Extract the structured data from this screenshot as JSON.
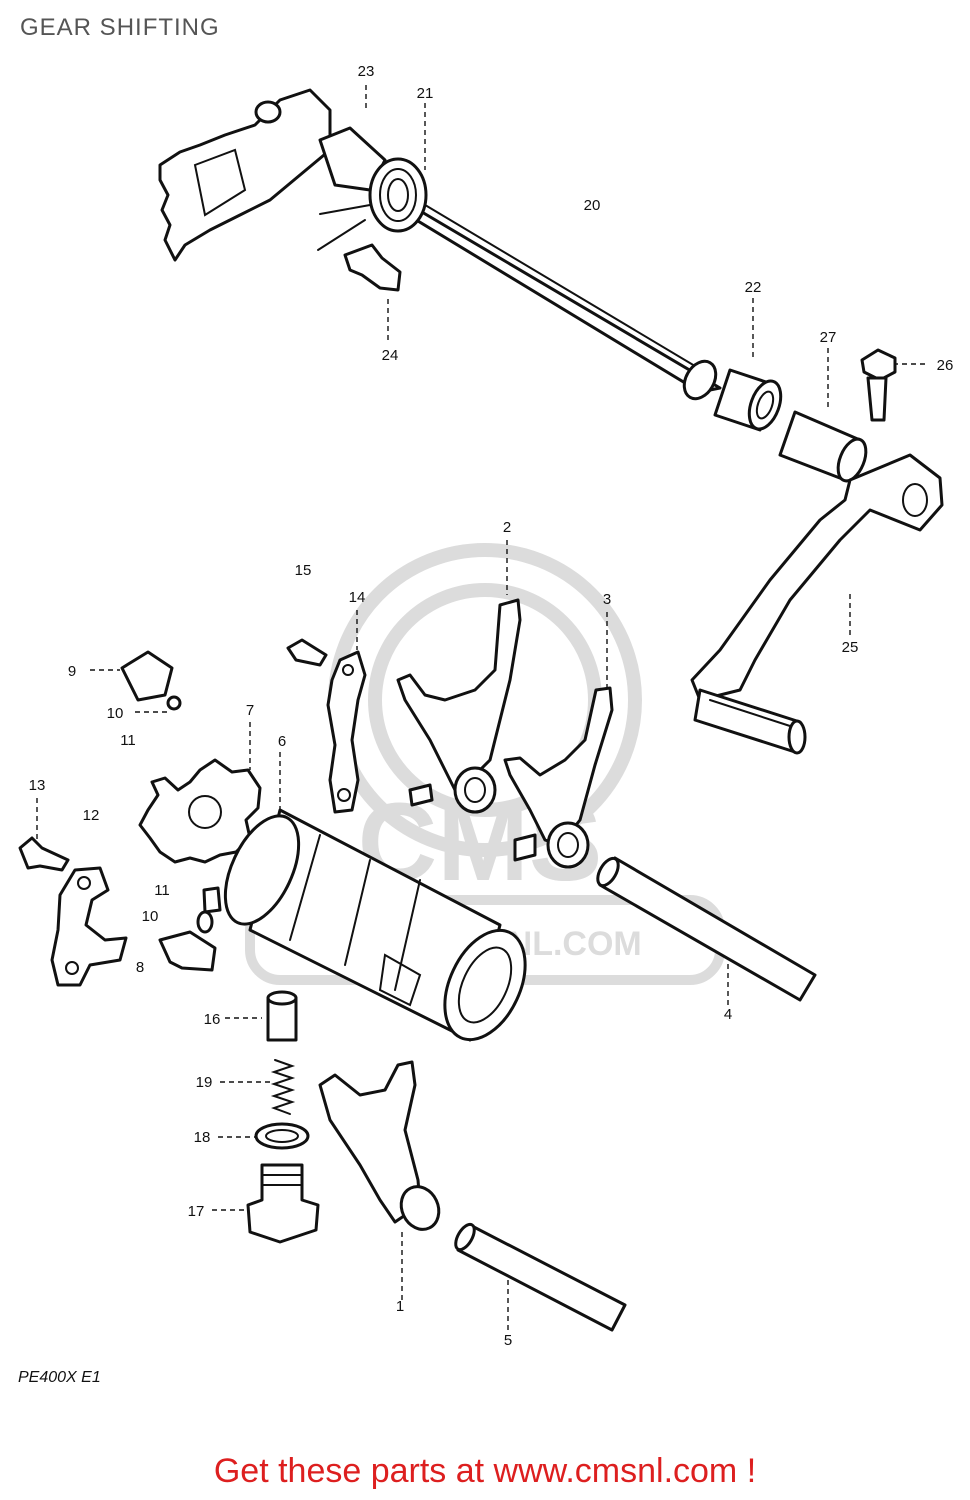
{
  "title": "GEAR SHIFTING",
  "drawing_code": "PE400X E1",
  "footer": "Get these parts at www.cmsnl.com !",
  "watermark": {
    "logo": "CMS",
    "url": "WWW.CMSNL.COM"
  },
  "callouts": [
    "1",
    "2",
    "3",
    "4",
    "5",
    "6",
    "7",
    "8",
    "9",
    "10",
    "11",
    "12",
    "13",
    "14",
    "15",
    "16",
    "17",
    "18",
    "19",
    "20",
    "21",
    "22",
    "23",
    "24",
    "25",
    "26",
    "27"
  ],
  "callouts_extra": [
    "11",
    "10",
    "11"
  ],
  "colors": {
    "line_art": "#111111",
    "watermark": "#dcdcdc",
    "footer": "#dd1f1f",
    "title": "#555555"
  }
}
